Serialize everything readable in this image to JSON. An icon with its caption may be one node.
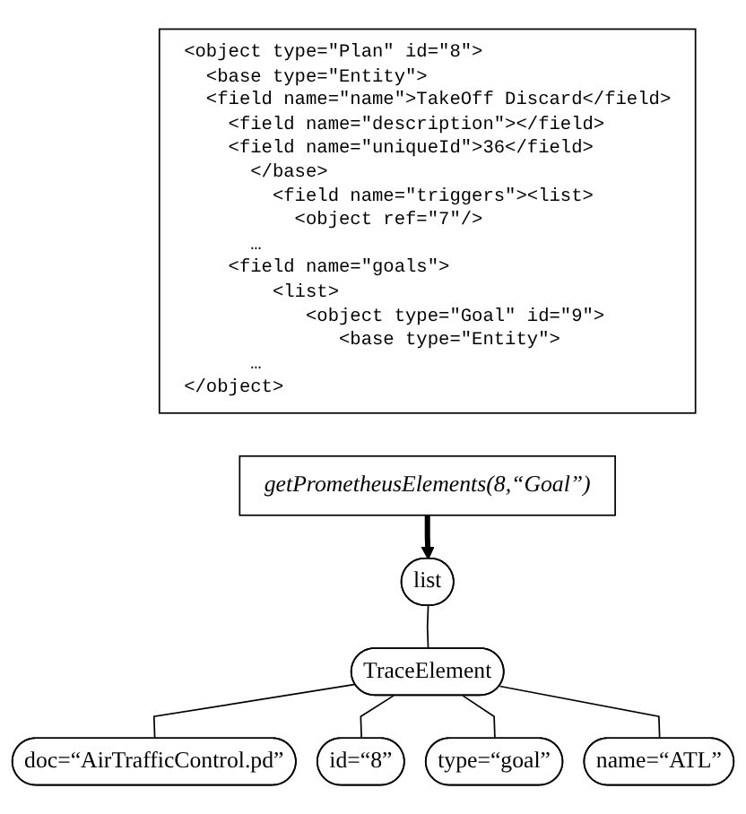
{
  "diagram": {
    "nodes": [
      {
        "text": [
          "<object type=\"Plan\" id=\"8\">",
          "  <base type=\"Entity\">",
          "  <field name=\"name\">TakeOff Discard</field>",
          "    <field name=\"description\"></field>",
          "    <field name=\"uniqueId\">36</field>",
          "      </base>",
          "        <field name=\"triggers\"><list>",
          "          <object ref=\"7\"/>",
          "      …",
          "    <field name=\"goals\">",
          "        <list>",
          "           <object type=\"Goal\" id=\"9\">",
          "              <base type=\"Entity\">",
          "      …",
          "</object>"
        ]
      },
      {
        "text": [
          "getPrometheusElements(8,“Goal”)"
        ]
      },
      {
        "text": [
          "list"
        ]
      },
      {
        "text": [
          "TraceElement"
        ]
      },
      {
        "text": [
          "doc=“AirTrafficControl.pd”"
        ]
      },
      {
        "text": [
          "id=“8”"
        ]
      },
      {
        "text": [
          "type=“goal”"
        ]
      },
      {
        "text": [
          "name=“ATL”"
        ]
      }
    ],
    "edges": [
      {
        "from": 1,
        "to": 2,
        "arrow": "to",
        "style": "thick"
      },
      {
        "from": 2,
        "to": 3,
        "arrow": "none"
      },
      {
        "from": 3,
        "to": 4,
        "arrow": "none"
      },
      {
        "from": 3,
        "to": 5,
        "arrow": "none"
      },
      {
        "from": 3,
        "to": 6,
        "arrow": "none"
      },
      {
        "from": 3,
        "to": 7,
        "arrow": "none"
      }
    ]
  }
}
